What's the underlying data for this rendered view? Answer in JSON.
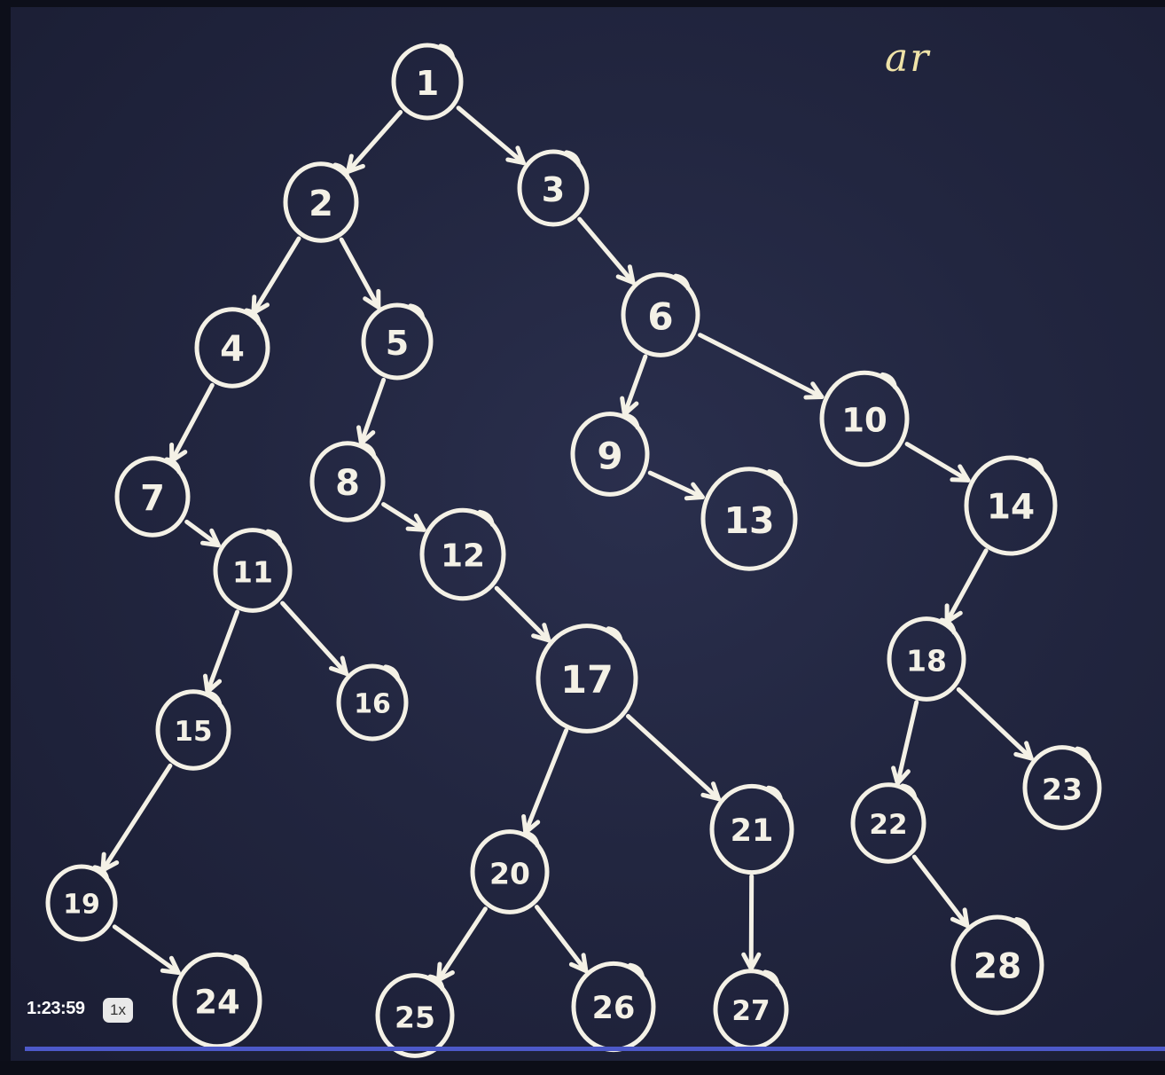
{
  "annotation": "ar",
  "player": {
    "timestamp": "1:23:59",
    "speed": "1x",
    "progress": 1.0,
    "accent_color": "#4d59c9"
  },
  "tree": {
    "nodes": [
      {
        "id": "1",
        "label": "1"
      },
      {
        "id": "2",
        "label": "2"
      },
      {
        "id": "3",
        "label": "3"
      },
      {
        "id": "4",
        "label": "4"
      },
      {
        "id": "5",
        "label": "5"
      },
      {
        "id": "6",
        "label": "6"
      },
      {
        "id": "7",
        "label": "7"
      },
      {
        "id": "8",
        "label": "8"
      },
      {
        "id": "9",
        "label": "9"
      },
      {
        "id": "10",
        "label": "10"
      },
      {
        "id": "11",
        "label": "11"
      },
      {
        "id": "12",
        "label": "12"
      },
      {
        "id": "13",
        "label": "13"
      },
      {
        "id": "14",
        "label": "14"
      },
      {
        "id": "15",
        "label": "15"
      },
      {
        "id": "16",
        "label": "16"
      },
      {
        "id": "17",
        "label": "17"
      },
      {
        "id": "18",
        "label": "18"
      },
      {
        "id": "19",
        "label": "19"
      },
      {
        "id": "20",
        "label": "20"
      },
      {
        "id": "21",
        "label": "21"
      },
      {
        "id": "22",
        "label": "22"
      },
      {
        "id": "23",
        "label": "23"
      },
      {
        "id": "24",
        "label": "24"
      },
      {
        "id": "25",
        "label": "25"
      },
      {
        "id": "26",
        "label": "26"
      },
      {
        "id": "27",
        "label": "27"
      },
      {
        "id": "28",
        "label": "28"
      }
    ],
    "edges": [
      [
        "1",
        "2"
      ],
      [
        "1",
        "3"
      ],
      [
        "2",
        "4"
      ],
      [
        "2",
        "5"
      ],
      [
        "3",
        "6"
      ],
      [
        "4",
        "7"
      ],
      [
        "5",
        "8"
      ],
      [
        "6",
        "9"
      ],
      [
        "6",
        "10"
      ],
      [
        "7",
        "11"
      ],
      [
        "8",
        "12"
      ],
      [
        "9",
        "13"
      ],
      [
        "10",
        "14"
      ],
      [
        "11",
        "15"
      ],
      [
        "11",
        "16"
      ],
      [
        "12",
        "17"
      ],
      [
        "14",
        "18"
      ],
      [
        "15",
        "19"
      ],
      [
        "17",
        "20"
      ],
      [
        "17",
        "21"
      ],
      [
        "18",
        "22"
      ],
      [
        "18",
        "23"
      ],
      [
        "19",
        "24"
      ],
      [
        "20",
        "25"
      ],
      [
        "20",
        "26"
      ],
      [
        "21",
        "27"
      ],
      [
        "22",
        "28"
      ]
    ]
  }
}
